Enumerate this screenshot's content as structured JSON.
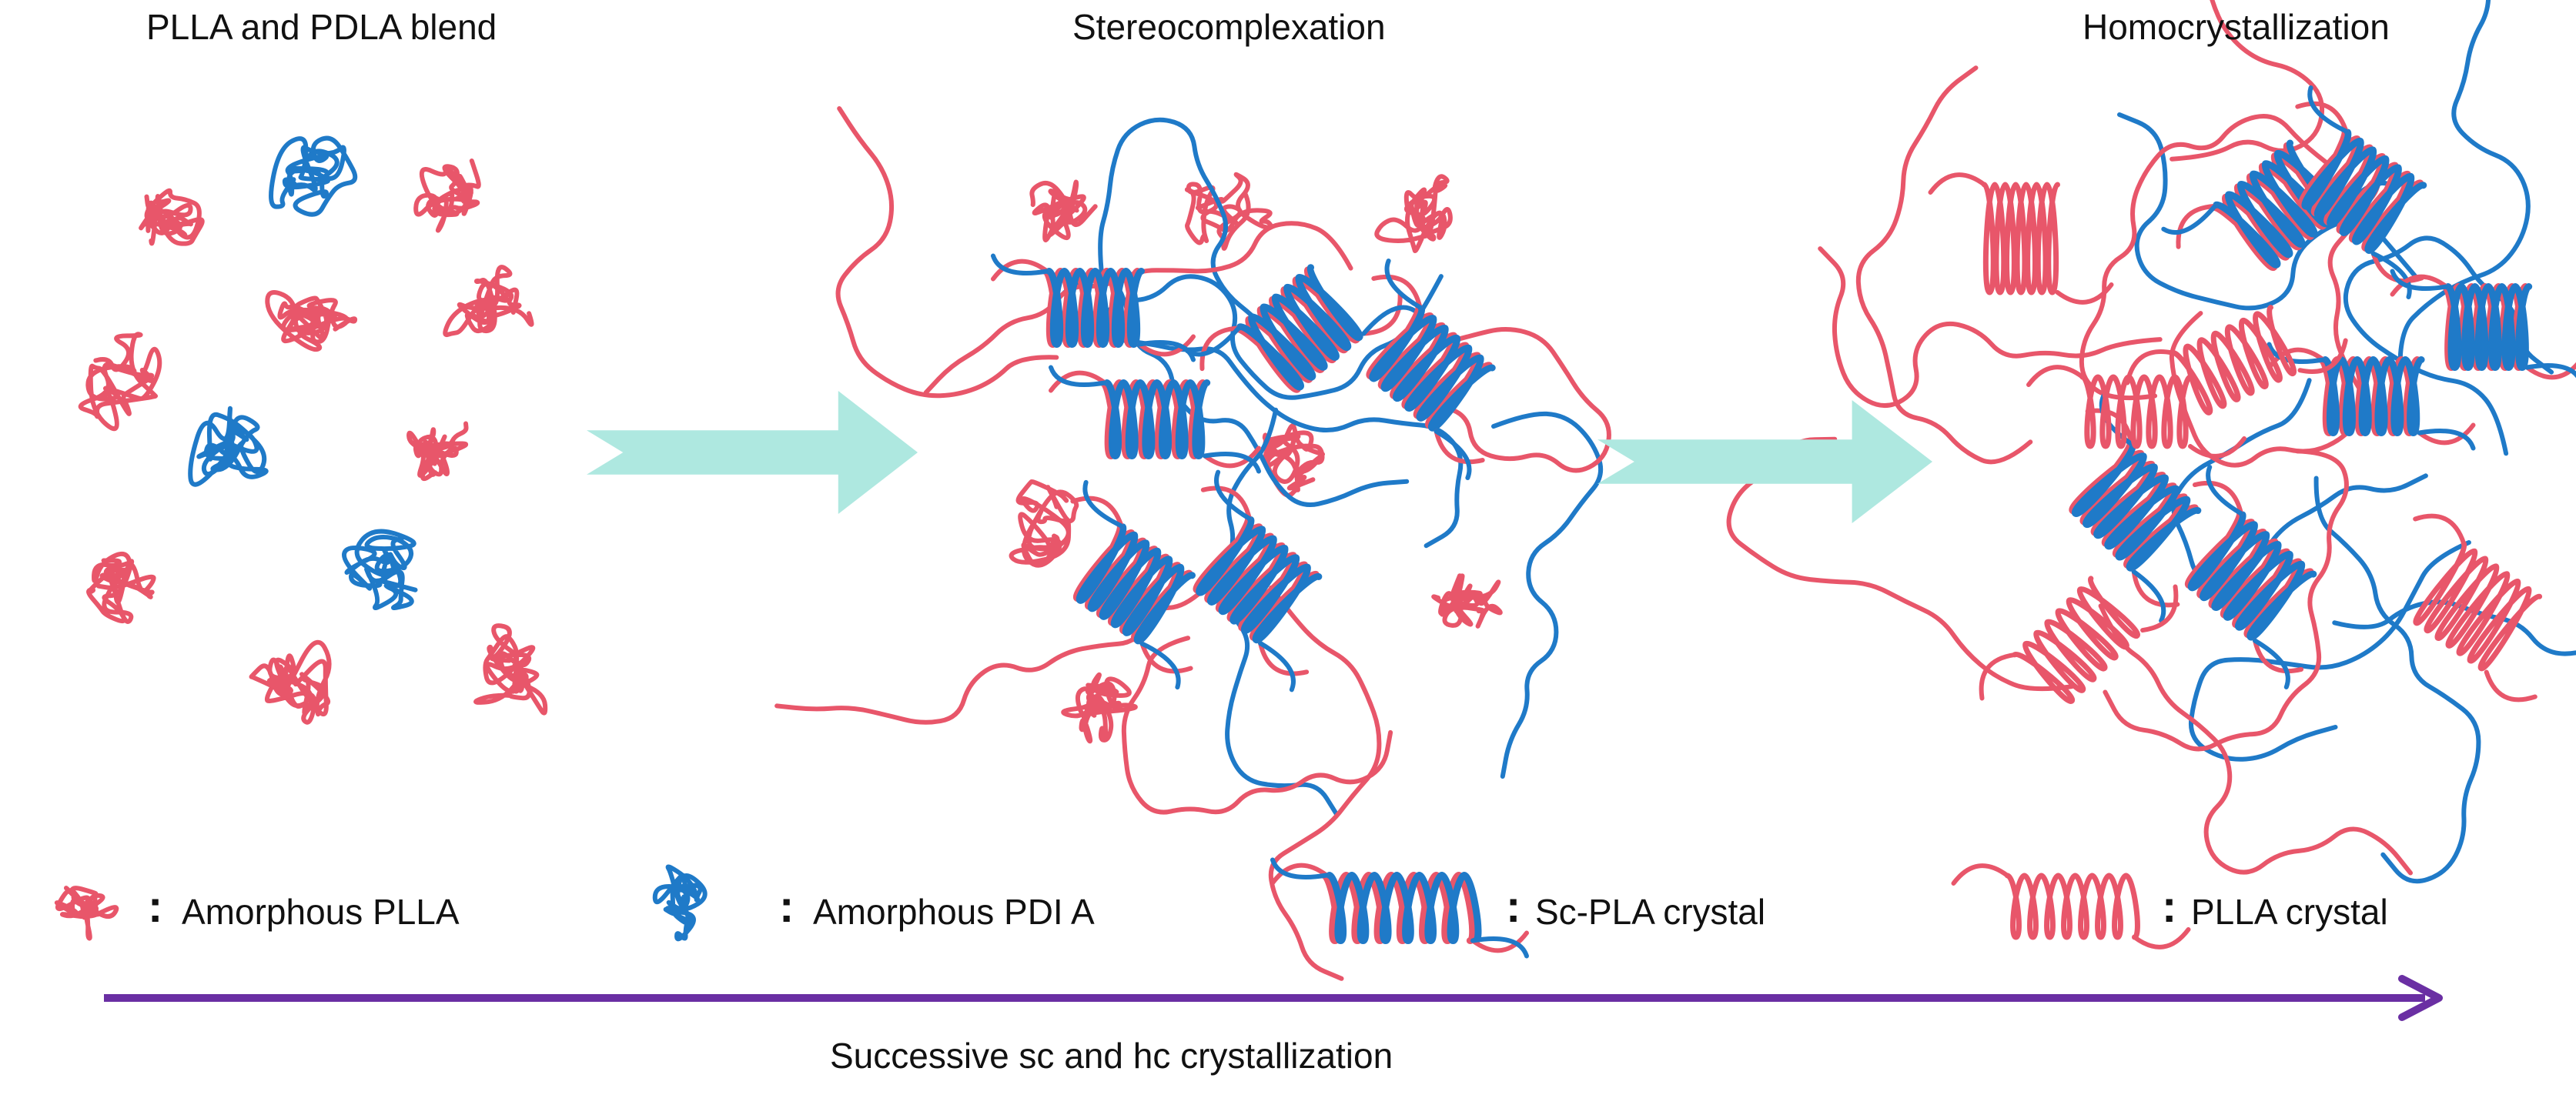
{
  "colors": {
    "plla": "#e8566a",
    "pdla": "#1f7ac8",
    "stage_arrow": "#aee8e0",
    "process_arrow": "#6a2fa3"
  },
  "panels": [
    {
      "title": "PLLA and PDLA blend"
    },
    {
      "title": "Stereocomplexation"
    },
    {
      "title": "Homocrystallization"
    }
  ],
  "legend": [
    {
      "icon": "amorphous-plla-coil-icon",
      "label": "Amorphous PLLA"
    },
    {
      "icon": "amorphous-pdla-coil-icon",
      "label": "Amorphous PDI A"
    },
    {
      "icon": "sc-pla-crystal-icon",
      "label": "Sc-PLA crystal"
    },
    {
      "icon": "plla-crystal-icon",
      "label": "PLLA crystal"
    }
  ],
  "process_label": "Successive sc and hc crystallization"
}
